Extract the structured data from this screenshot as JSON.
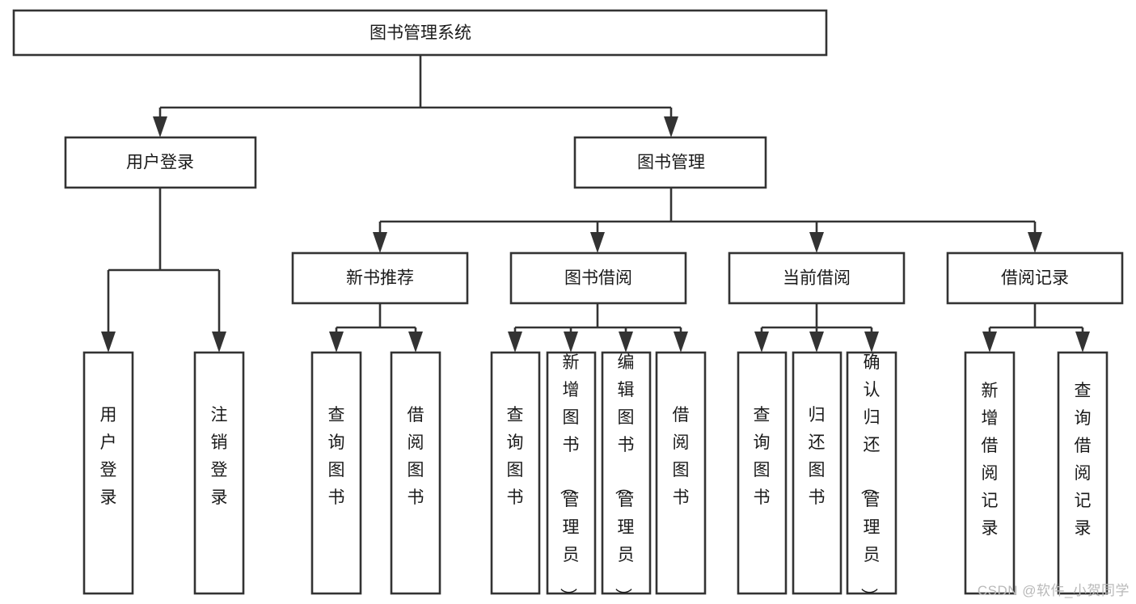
{
  "diagram": {
    "type": "tree",
    "title": "图书管理系统",
    "root": {
      "label": "图书管理系统"
    },
    "level2": [
      {
        "label": "用户登录"
      },
      {
        "label": "图书管理"
      }
    ],
    "level3": [
      {
        "label": "新书推荐"
      },
      {
        "label": "图书借阅"
      },
      {
        "label": "当前借阅"
      },
      {
        "label": "借阅记录"
      }
    ],
    "leaves": {
      "user_login": [
        {
          "label": "用户登录"
        },
        {
          "label": "注销登录"
        }
      ],
      "new_book_recommend": [
        {
          "label": "查询图书"
        },
        {
          "label": "借阅图书"
        }
      ],
      "book_borrow": [
        {
          "label": "查询图书"
        },
        {
          "label": "新增图书（管理员）"
        },
        {
          "label": "编辑图书（管理员）"
        },
        {
          "label": "借阅图书"
        }
      ],
      "current_borrow": [
        {
          "label": "查询图书"
        },
        {
          "label": "归还图书"
        },
        {
          "label": "确认归还（管理员）"
        }
      ],
      "borrow_record": [
        {
          "label": "新增借阅记录"
        },
        {
          "label": "查询借阅记录"
        }
      ]
    },
    "colors": {
      "background": "#ffffff",
      "box_fill": "#ffffff",
      "box_stroke": "#333333",
      "text": "#1a1a1a",
      "watermark": "#b9b9b9"
    }
  },
  "watermark": {
    "text": "CSDN @软件_小贺同学"
  }
}
